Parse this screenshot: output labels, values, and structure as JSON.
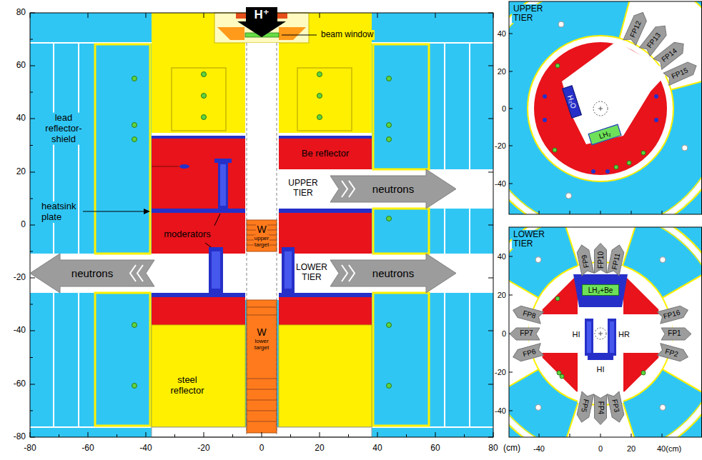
{
  "diagram": {
    "nodes": [
      {
        "text": [
          "H⁺"
        ]
      },
      {
        "text": [
          "neutrons"
        ]
      },
      {
        "text": [
          "neutrons"
        ]
      },
      {
        "text": [
          "neutrons"
        ]
      },
      {
        "text": [
          "W",
          "upper target"
        ]
      },
      {
        "text": [
          "W",
          "lower target"
        ]
      },
      {
        "text": [
          "UPPER TIER"
        ]
      },
      {
        "text": [
          "H₂O"
        ],
        "in": 6
      },
      {
        "text": [
          "LH₂"
        ],
        "in": 6
      },
      {
        "text": [
          "FP12"
        ],
        "in": 6
      },
      {
        "text": [
          "FP13"
        ],
        "in": 6
      },
      {
        "text": [
          "FP14"
        ],
        "in": 6
      },
      {
        "text": [
          "FP15"
        ],
        "in": 6
      },
      {
        "text": [
          "LOWER TIER"
        ]
      },
      {
        "text": [
          "LH₂+Be"
        ],
        "in": 13
      },
      {
        "text": [
          "FP9"
        ],
        "in": 13
      },
      {
        "text": [
          "FP10"
        ],
        "in": 13
      },
      {
        "text": [
          "FP11"
        ],
        "in": 13
      },
      {
        "text": [
          "FP8"
        ],
        "in": 13
      },
      {
        "text": [
          "FP16"
        ],
        "in": 13
      },
      {
        "text": [
          "FP7"
        ],
        "in": 13
      },
      {
        "text": [
          "FP1"
        ],
        "in": 13
      },
      {
        "text": [
          "FP6"
        ],
        "in": 13
      },
      {
        "text": [
          "FP2"
        ],
        "in": 13
      },
      {
        "text": [
          "FP5"
        ],
        "in": 13
      },
      {
        "text": [
          "FP4"
        ],
        "in": 13
      },
      {
        "text": [
          "FP3"
        ],
        "in": 13
      }
    ],
    "labels": [
      "80",
      "60",
      "40",
      "20",
      "0",
      "-20",
      "-40",
      "-60",
      "-80",
      "-80",
      "-60",
      "-40",
      "-20",
      "0",
      "20",
      "40",
      "60",
      "80",
      "(cm)",
      "beam window",
      "lead reflector-shield",
      "heatsink plate",
      "moderators",
      "Be reflector",
      "UPPER TIER",
      "LOWER TIER",
      "steel reflector",
      "40",
      "20",
      "0",
      "-20",
      "-40",
      "40",
      "20",
      "0",
      "-20",
      "-40",
      "-40",
      "0",
      "20",
      "40(cm)",
      "HI",
      "HR",
      "HI"
    ]
  }
}
